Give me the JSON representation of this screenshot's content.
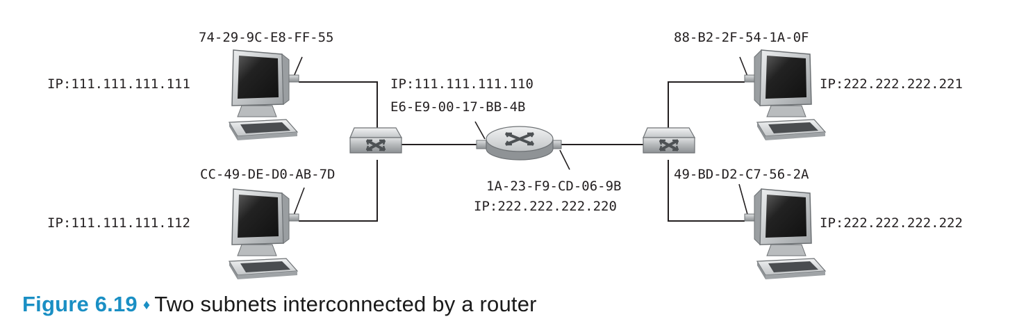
{
  "hosts": [
    {
      "mac": "74-29-9C-E8-FF-55",
      "ip": "IP:111.111.111.111"
    },
    {
      "mac": "CC-49-DE-D0-AB-7D",
      "ip": "IP:111.111.111.112"
    },
    {
      "mac": "88-B2-2F-54-1A-0F",
      "ip": "IP:222.222.222.221"
    },
    {
      "mac": "49-BD-D2-C7-56-2A",
      "ip": "IP:222.222.222.222"
    }
  ],
  "router": {
    "left_ip": "IP:111.111.111.110",
    "left_mac": "E6-E9-00-17-BB-4B",
    "right_mac": "1A-23-F9-CD-06-9B",
    "right_ip": "IP:222.222.222.220"
  },
  "caption": {
    "number": "Figure 6.19",
    "separator": "♦",
    "text": "Two subnets interconnected by a router"
  },
  "colors": {
    "caption_accent": "#1a8fc4",
    "device_fill": "#a9acae",
    "screen": "#2b2b2b",
    "line": "#231f20"
  },
  "icons": [
    "computer-icon",
    "switch-icon",
    "router-icon"
  ]
}
